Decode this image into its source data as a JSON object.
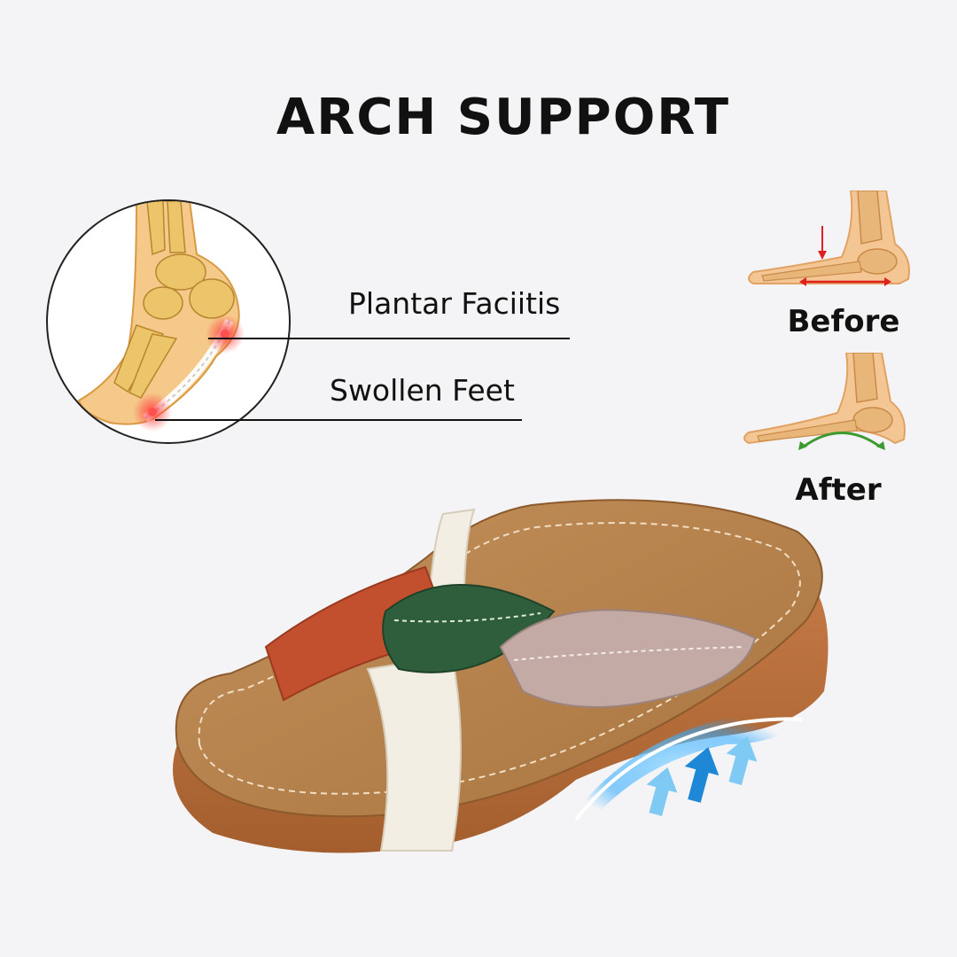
{
  "title": "ARCH SUPPORT",
  "callouts": {
    "plantar": "Plantar Faciitis",
    "swollen": "Swollen Feet"
  },
  "comparison": {
    "before": "Before",
    "after": "After"
  },
  "colors": {
    "background": "#f4f4f6",
    "strap_orange": "#c2502e",
    "strap_green": "#2f5e3c",
    "strap_mauve": "#c4aaa4",
    "strap_cream": "#f3eee4",
    "footbed": "#b9854f",
    "sole": "#b86a3a",
    "support_glow": "#2aa8ff"
  },
  "icons": [
    "foot-xray-icon",
    "arch-arrow-icon"
  ]
}
